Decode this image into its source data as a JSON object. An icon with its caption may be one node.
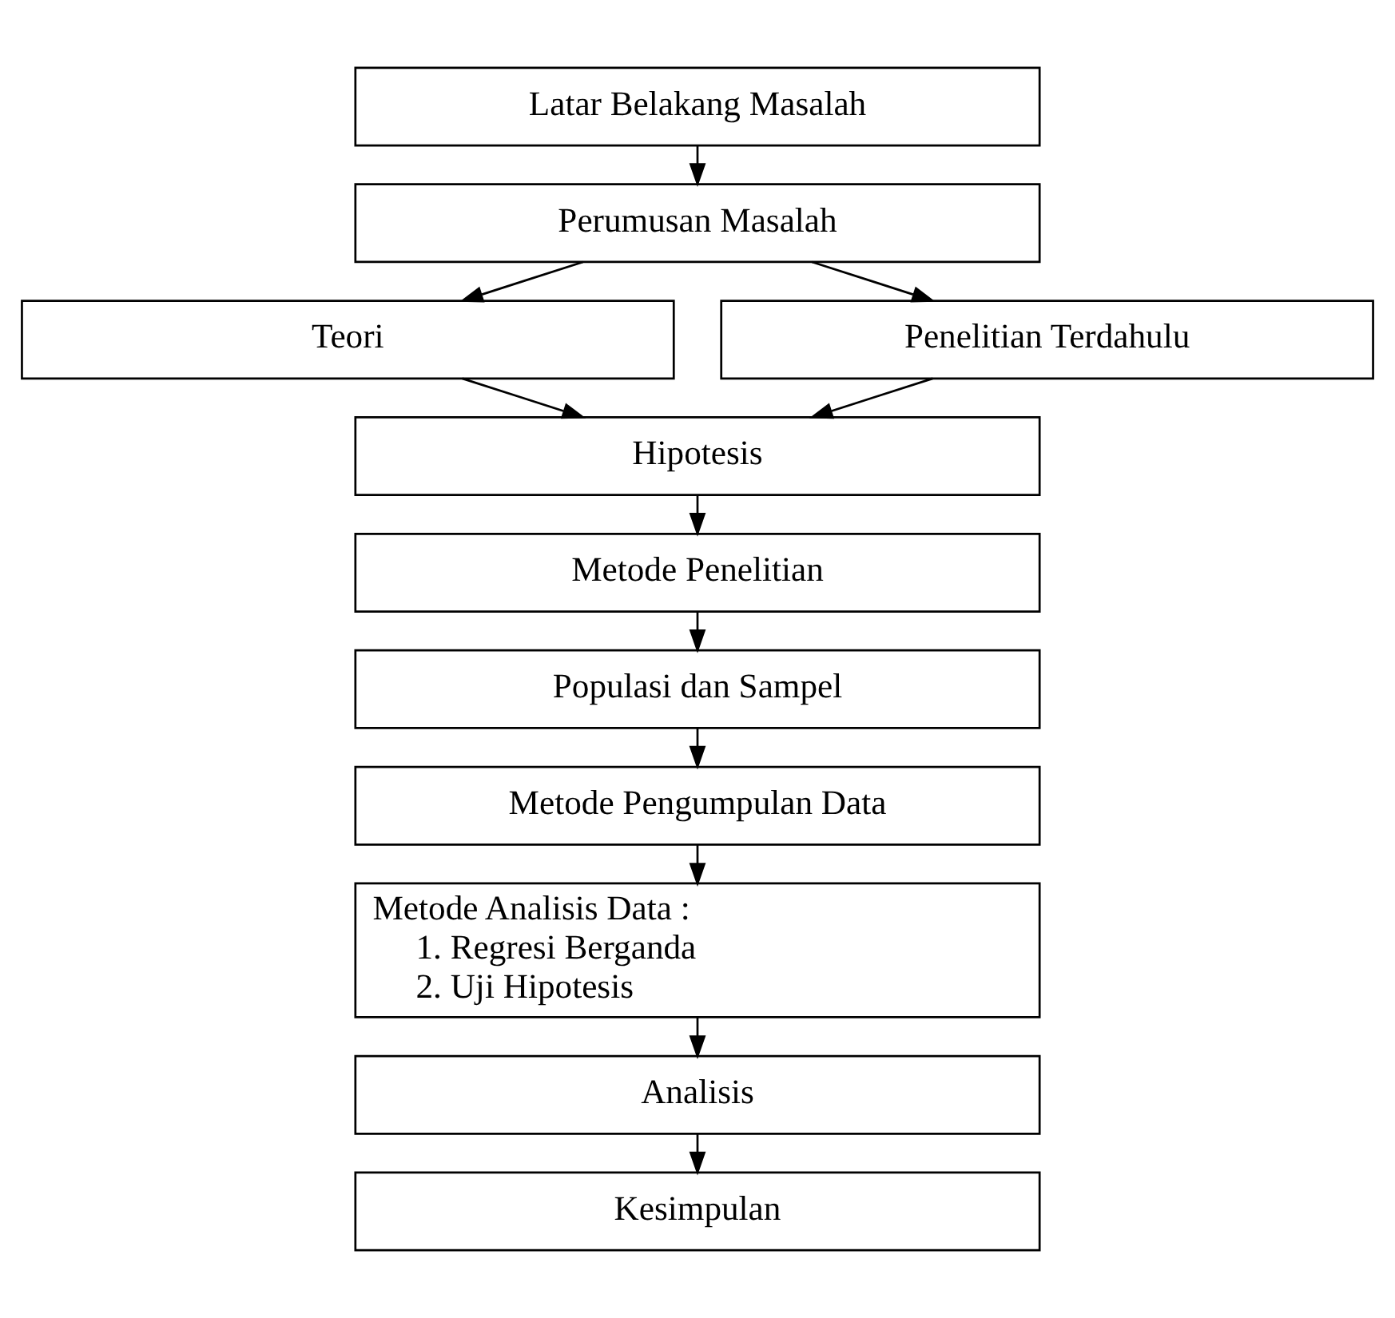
{
  "diagram": {
    "nodes": [
      {
        "text": [
          "Latar Belakang Masalah"
        ]
      },
      {
        "text": [
          "Perumusan Masalah"
        ]
      },
      {
        "text": [
          "Teori"
        ]
      },
      {
        "text": [
          "Penelitian Terdahulu"
        ]
      },
      {
        "text": [
          "Hipotesis"
        ]
      },
      {
        "text": [
          "Metode Penelitian"
        ]
      },
      {
        "text": [
          "Populasi dan Sampel"
        ]
      },
      {
        "text": [
          "Metode Pengumpulan Data"
        ]
      },
      {
        "text": [
          "Metode Analisis Data :",
          "1. Regresi Berganda",
          "2. Uji Hipotesis"
        ]
      },
      {
        "text": [
          "Analisis"
        ]
      },
      {
        "text": [
          "Kesimpulan"
        ]
      }
    ],
    "edges": [
      {
        "from": 0,
        "to": 1,
        "arrow": "to"
      },
      {
        "from": 1,
        "to": 2,
        "arrow": "to"
      },
      {
        "from": 1,
        "to": 3,
        "arrow": "to"
      },
      {
        "from": 2,
        "to": 4,
        "arrow": "to"
      },
      {
        "from": 3,
        "to": 4,
        "arrow": "to"
      },
      {
        "from": 4,
        "to": 5,
        "arrow": "to"
      },
      {
        "from": 5,
        "to": 6,
        "arrow": "to"
      },
      {
        "from": 6,
        "to": 7,
        "arrow": "to"
      },
      {
        "from": 7,
        "to": 8,
        "arrow": "to"
      },
      {
        "from": 8,
        "to": 9,
        "arrow": "to"
      },
      {
        "from": 9,
        "to": 10,
        "arrow": "to"
      }
    ]
  }
}
